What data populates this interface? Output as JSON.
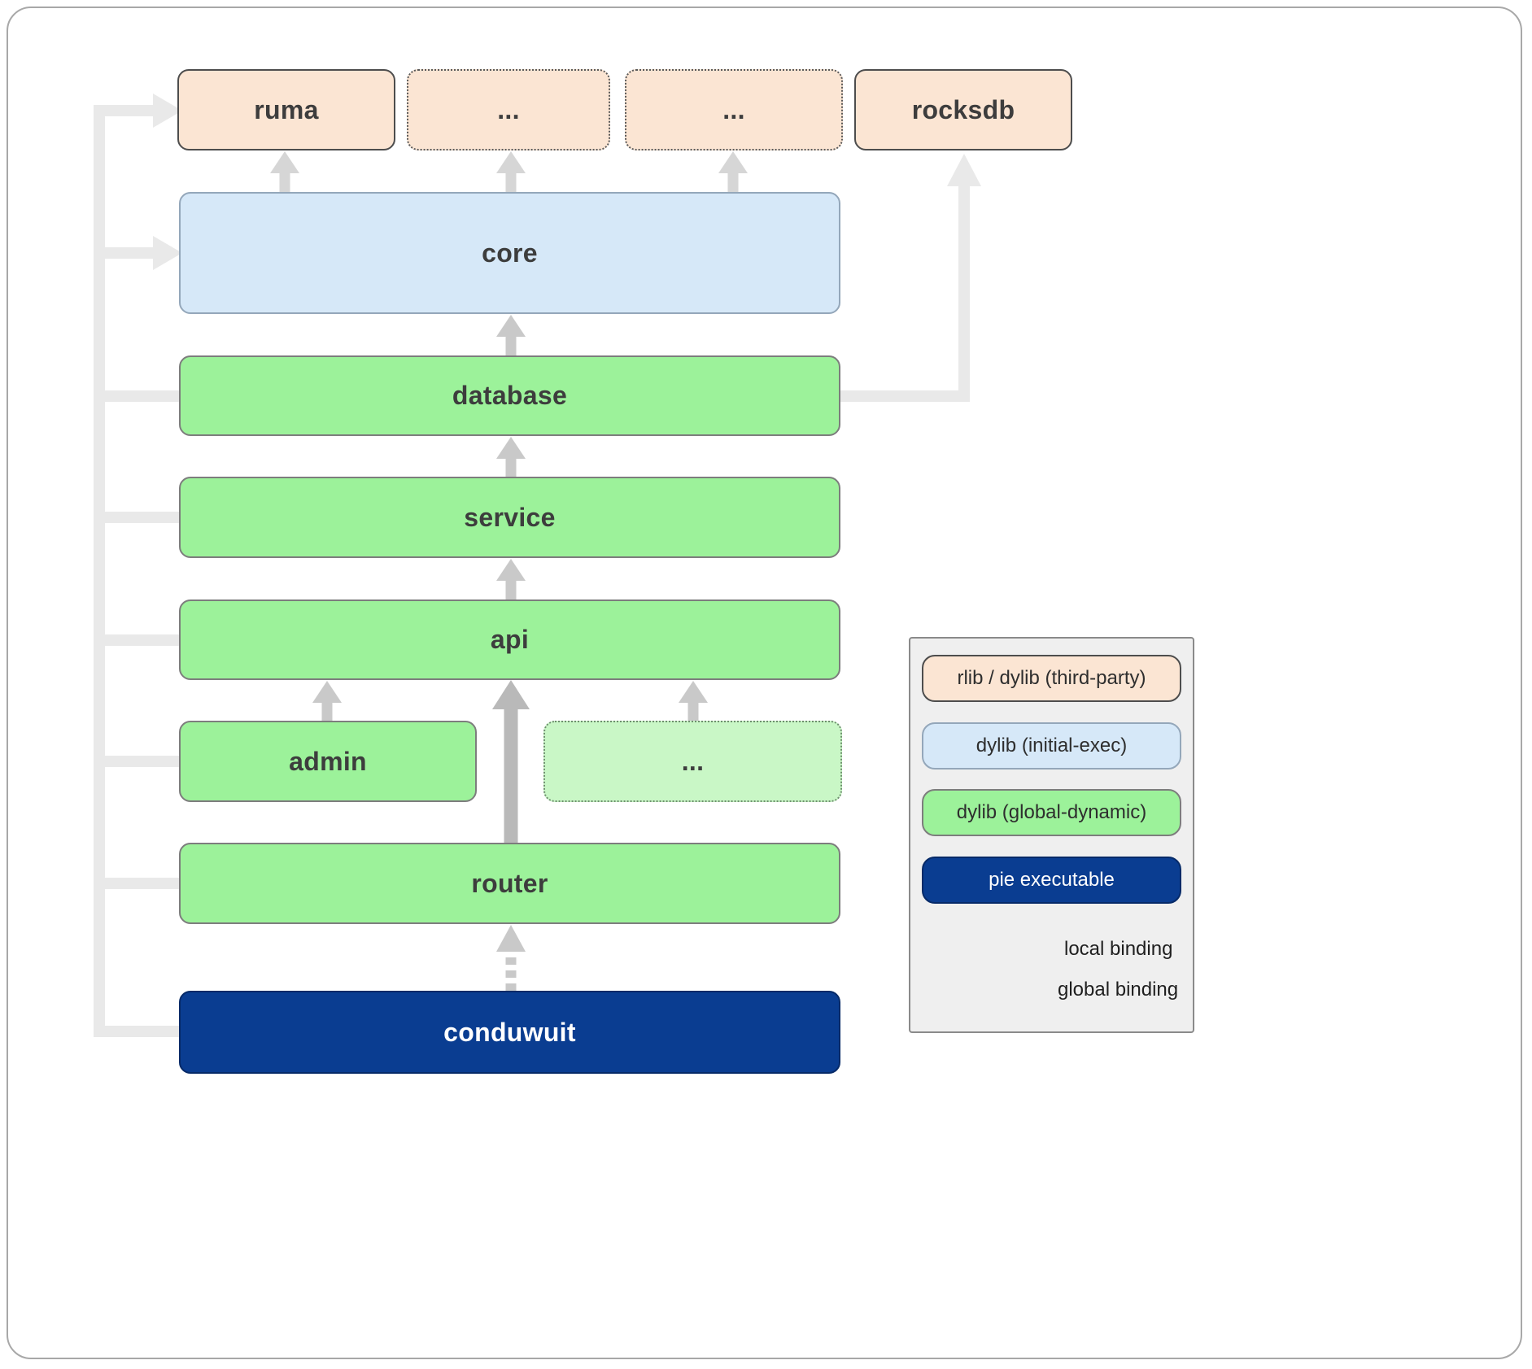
{
  "nodes": {
    "ruma": {
      "label": "ruma",
      "type": "rlib / dylib (third-party)"
    },
    "dots_top_1": {
      "label": "...",
      "type": "rlib / dylib (third-party)"
    },
    "dots_top_2": {
      "label": "...",
      "type": "rlib / dylib (third-party)"
    },
    "rocksdb": {
      "label": "rocksdb",
      "type": "rlib / dylib (third-party)"
    },
    "core": {
      "label": "core",
      "type": "dylib (initial-exec)"
    },
    "database": {
      "label": "database",
      "type": "dylib (global-dynamic)"
    },
    "service": {
      "label": "service",
      "type": "dylib (global-dynamic)"
    },
    "api": {
      "label": "api",
      "type": "dylib (global-dynamic)"
    },
    "admin": {
      "label": "admin",
      "type": "dylib (global-dynamic)"
    },
    "dots_mid": {
      "label": "...",
      "type": "dylib (global-dynamic)"
    },
    "router": {
      "label": "router",
      "type": "dylib (global-dynamic)"
    },
    "conduwuit": {
      "label": "conduwuit",
      "type": "pie executable"
    }
  },
  "edges": [
    {
      "from": "core",
      "to": "ruma",
      "binding": "global"
    },
    {
      "from": "core",
      "to": "dots_top_1",
      "binding": "global"
    },
    {
      "from": "core",
      "to": "dots_top_2",
      "binding": "global"
    },
    {
      "from": "database",
      "to": "core",
      "binding": "global"
    },
    {
      "from": "database",
      "to": "rocksdb",
      "binding": "global"
    },
    {
      "from": "service",
      "to": "database",
      "binding": "global"
    },
    {
      "from": "api",
      "to": "service",
      "binding": "global"
    },
    {
      "from": "admin",
      "to": "api",
      "binding": "global"
    },
    {
      "from": "dots_mid",
      "to": "api",
      "binding": "global"
    },
    {
      "from": "router",
      "to": "api",
      "binding": "global"
    },
    {
      "from": "conduwuit",
      "to": "router",
      "binding": "local"
    },
    {
      "from": "conduwuit",
      "to": "ruma",
      "binding": "global"
    },
    {
      "from": "conduwuit",
      "to": "core",
      "binding": "global"
    },
    {
      "from": "conduwuit",
      "to": "database",
      "binding": "global"
    },
    {
      "from": "conduwuit",
      "to": "service",
      "binding": "global"
    },
    {
      "from": "conduwuit",
      "to": "api",
      "binding": "global"
    },
    {
      "from": "conduwuit",
      "to": "admin",
      "binding": "global"
    },
    {
      "from": "conduwuit",
      "to": "router",
      "binding": "global"
    }
  ],
  "legend": {
    "items": [
      {
        "label": "rlib / dylib (third-party)"
      },
      {
        "label": "dylib (initial-exec)"
      },
      {
        "label": "dylib (global-dynamic)"
      },
      {
        "label": "pie executable"
      }
    ],
    "local_binding_label": "local binding",
    "global_binding_label": "global binding"
  },
  "colors": {
    "third_party_fill": "#fbe5d3",
    "initial_exec_fill": "#d6e8f8",
    "global_dynamic_fill": "#9cf29a",
    "global_dynamic_light_fill": "#c9f7c6",
    "pie_executable_fill": "#0a3d91",
    "arrow_light": "#e9e9e9",
    "arrow_medium": "#cdcdcd",
    "arrow_dark": "#b9b9b9",
    "legend_background": "#efefef"
  }
}
